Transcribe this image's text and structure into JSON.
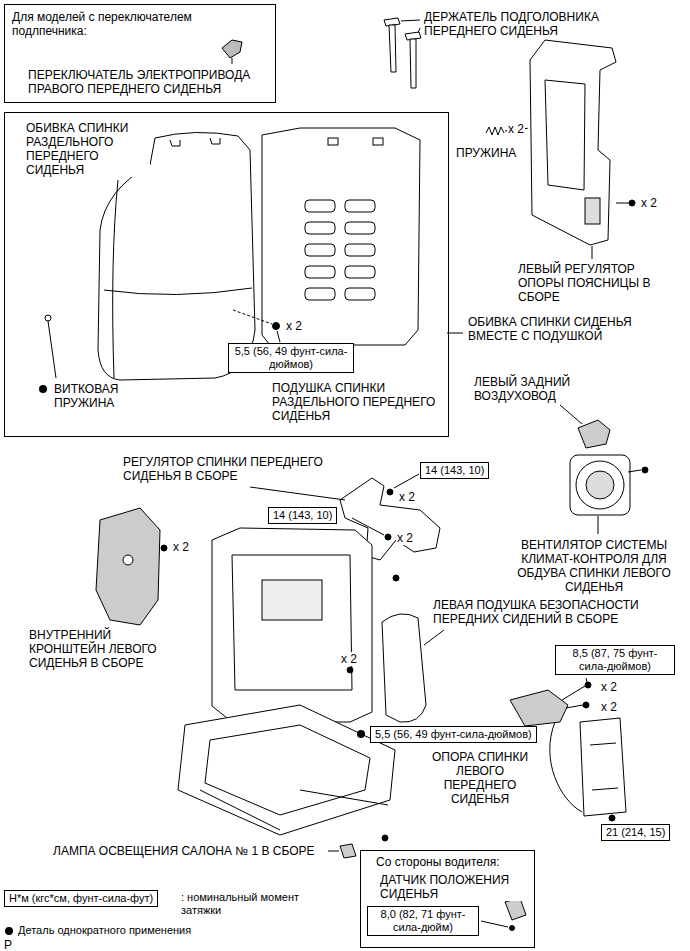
{
  "diagram": {
    "nodes": [
      {
        "text": [
          "Для моделей с переключателем подлпечника:",
          "ПЕРЕКЛЮЧАТЕЛЬ ЭЛЕКТРОПРИВОДА ПРАВОГО ПЕРЕДНЕГО СИДЕНЬЯ"
        ]
      },
      {
        "text": [
          "ОБИВКА СПИНКИ РАЗДЕЛЬНОГО ПЕРЕДНЕГО СИДЕНЬЯ",
          "ВИТКОВАЯ ПРУЖИНА",
          "x 2",
          "ПОДУШКА СПИНКИ РАЗДЕЛЬНОГО ПЕРЕДНЕГО СИДЕНЬЯ"
        ]
      },
      {
        "text": [
          "5,5 (56, 49 фунт-сила-дюймов)"
        ],
        "in": 1
      },
      {
        "text": [
          "14 (143, 10)"
        ]
      },
      {
        "text": [
          "14 (143, 10)"
        ]
      },
      {
        "text": [
          "8,5 (87, 75 фунт-сила-дюймов)"
        ]
      },
      {
        "text": [
          "5,5 (56, 49 фунт-сила-дюймов)"
        ]
      },
      {
        "text": [
          "21 (214, 15)"
        ]
      },
      {
        "text": [
          "Со стороны водителя:",
          "ДАТЧИК ПОЛОЖЕНИЯ СИДЕНЬЯ"
        ]
      },
      {
        "text": [
          "8,0 (82, 71 фунт-сила-дюйм)"
        ],
        "in": 8
      },
      {
        "text": [
          "Н*м (кгс*см, фунт-сила-фут)"
        ]
      }
    ],
    "labels": [
      "ДЕРЖАТЕЛЬ ПОДГОЛОВНИКА ПЕРЕДНЕГО СИДЕНЬЯ",
      "x 2",
      "ПРУЖИНА",
      "x 2",
      "ЛЕВЫЙ РЕГУЛЯТОР ОПОРЫ ПОЯСНИЦЫ В СБОРЕ",
      "ОБИВКА СПИНКИ СИДЕНЬЯ ВМЕСТЕ С ПОДУШКОЙ",
      "ЛЕВЫЙ ЗАДНИЙ ВОЗДУХОВОД",
      "РЕГУЛЯТОР СПИНКИ ПЕРЕДНЕГО СИДЕНЬЯ В СБОРЕ",
      "x 2",
      "x 2",
      "x 2",
      "ВЕНТИЛЯТОР СИСТЕМЫ КЛИМАТ-КОНТРОЛЯ ДЛЯ ОБДУВА СПИНКИ ЛЕВОГО СИДЕНЬЯ",
      "ЛЕВАЯ ПОДУШКА БЕЗОПАСНОСТИ ПЕРЕДНИХ СИДЕНИЙ В СБОРЕ",
      "ВНУТРЕННИЙ КРОНШТЕЙН ЛЕВОГО СИДЕНЬЯ В СБОРЕ",
      "x 2",
      "x 2",
      "x 2",
      "ОПОРА СПИНКИ ЛЕВОГО ПЕРЕДНЕГО СИДЕНЬЯ",
      "ЛАМПА ОСВЕЩЕНИЯ САЛОНА № 1 В СБОРЕ",
      "P"
    ],
    "legend": [
      {
        "text": ": номинальный момент затяжки"
      },
      {
        "text": "Деталь однократного применения"
      }
    ]
  }
}
